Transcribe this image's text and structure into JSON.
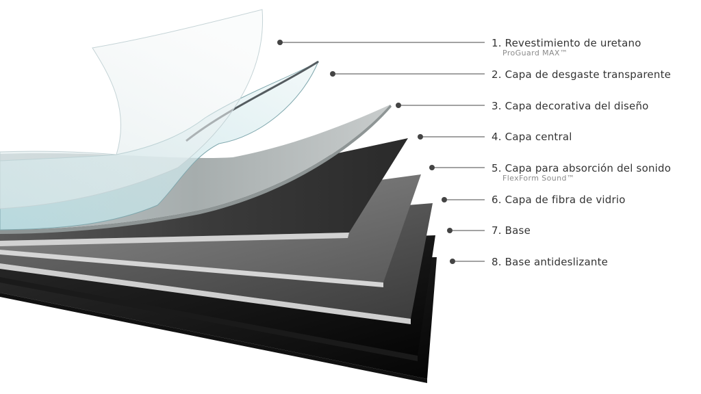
{
  "layers": [
    {
      "label": "1. Revestimiento de uretano",
      "sub": "ProGuard MAX™"
    },
    {
      "label": "2. Capa de desgaste transparente"
    },
    {
      "label": "3. Capa decorativa del diseño"
    },
    {
      "label": "4. Capa central"
    },
    {
      "label": "5. Capa para absorción del sonido",
      "sub": "FlexForm Sound™"
    },
    {
      "label": "6. Capa de fibra de vidrio"
    },
    {
      "label": "7. Base"
    },
    {
      "label": "8. Base antideslizante"
    }
  ],
  "colors": {
    "leader": "#444444",
    "text": "#333333",
    "subtext": "#8a8a8a"
  }
}
